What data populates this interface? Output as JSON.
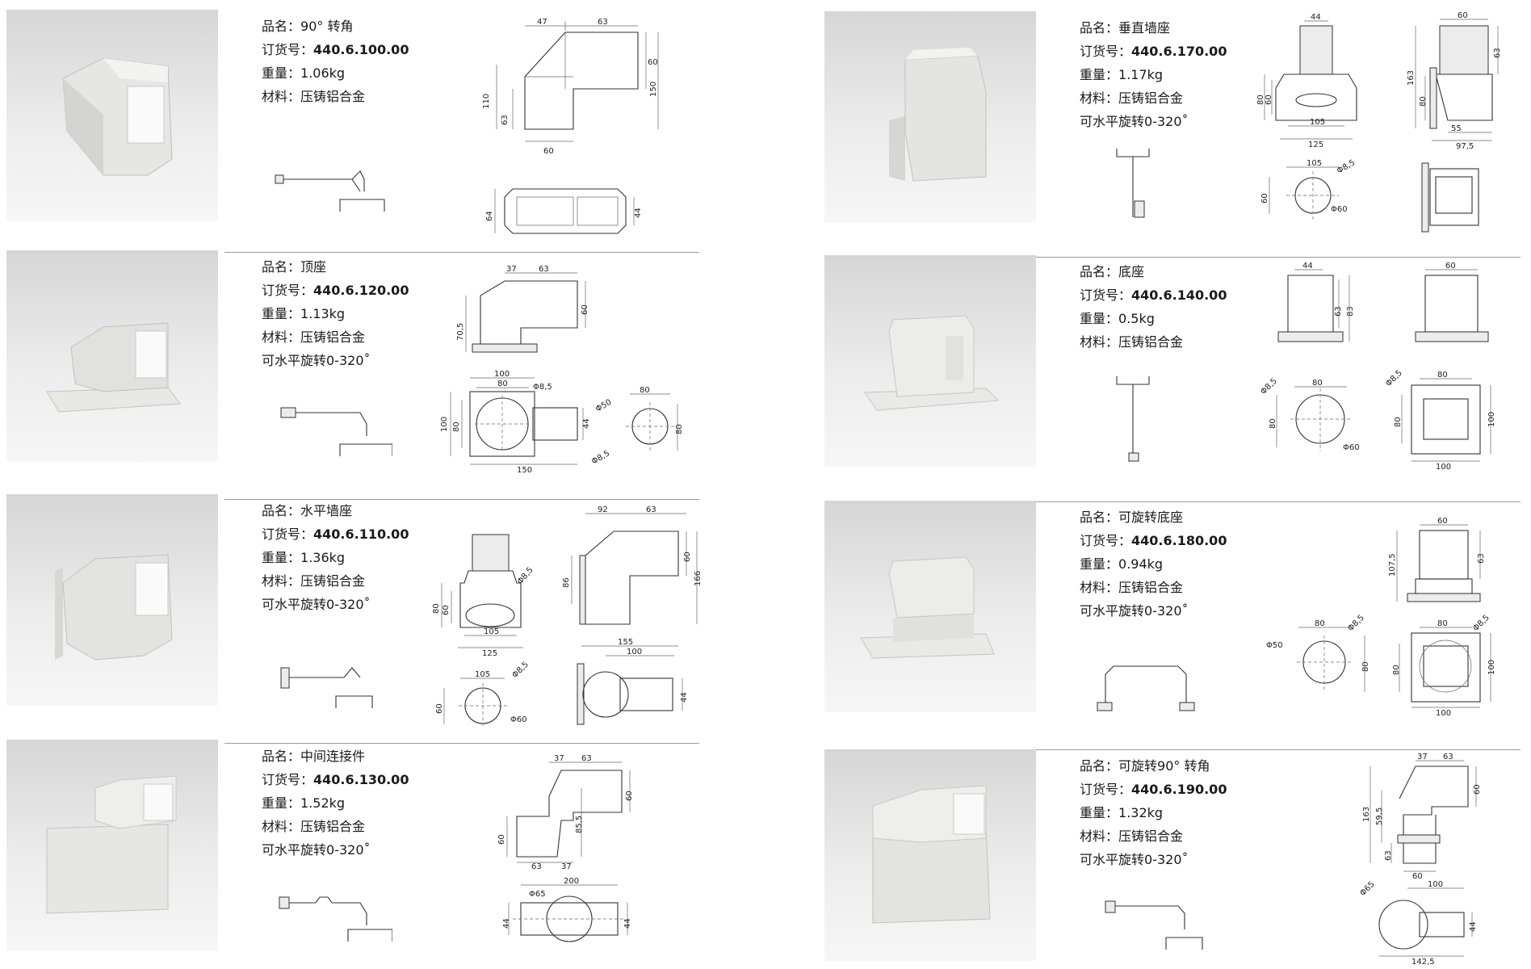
{
  "labels": {
    "name": "品名：",
    "order": "订货号：",
    "weight": "重量：",
    "material": "材料："
  },
  "products": [
    {
      "name": "90° 转角",
      "order_no": "440.6.100.00",
      "weight": "1.06kg",
      "material": "压铸铝合金",
      "rotation": "",
      "dims": [
        "47",
        "63",
        "60",
        "150",
        "110",
        "63",
        "60",
        "64",
        "44"
      ]
    },
    {
      "name": "顶座",
      "order_no": "440.6.120.00",
      "weight": "1.13kg",
      "material": "压铸铝合金",
      "rotation": "可水平旋转0-320˚",
      "dims": [
        "37",
        "63",
        "60",
        "70,5",
        "100",
        "80",
        "Φ8,5",
        "100",
        "80",
        "44",
        "150",
        "80",
        "Φ50",
        "80",
        "Φ8,5"
      ]
    },
    {
      "name": "水平墙座",
      "order_no": "440.6.110.00",
      "weight": "1.36kg",
      "material": "压铸铝合金",
      "rotation": "可水平旋转0-320˚",
      "dims": [
        "Φ8,5",
        "80",
        "60",
        "105",
        "125",
        "92",
        "63",
        "60",
        "86",
        "166",
        "105",
        "Φ8,5",
        "60",
        "Φ60",
        "155",
        "100",
        "44"
      ]
    },
    {
      "name": "中间连接件",
      "order_no": "440.6.130.00",
      "weight": "1.52kg",
      "material": "压铸铝合金",
      "rotation": "可水平旋转0-320˚",
      "dims": [
        "37",
        "63",
        "60",
        "85,5",
        "60",
        "63",
        "37",
        "200",
        "Φ65",
        "44",
        "44"
      ]
    },
    {
      "name": "垂直墙座",
      "order_no": "440.6.170.00",
      "weight": "1.17kg",
      "material": "压铸铝合金",
      "rotation": "可水平旋转0-320˚",
      "dims": [
        "44",
        "80",
        "60",
        "105",
        "125",
        "60",
        "63",
        "163",
        "80",
        "55",
        "97,5",
        "105",
        "Φ8,5",
        "60",
        "Φ60"
      ]
    },
    {
      "name": "底座",
      "order_no": "440.6.140.00",
      "weight": "0.5kg",
      "material": "压铸铝合金",
      "rotation": "",
      "dims": [
        "44",
        "83",
        "63",
        "60",
        "Φ8,5",
        "80",
        "80",
        "Φ60",
        "Φ8,5",
        "80",
        "80",
        "100",
        "100"
      ]
    },
    {
      "name": "可旋转底座",
      "order_no": "440.6.180.00",
      "weight": "0.94kg",
      "material": "压铸铝合金",
      "rotation": "可水平旋转0-320˚",
      "dims": [
        "60",
        "107,5",
        "63",
        "80",
        "Φ8,5",
        "Φ50",
        "80",
        "80",
        "Φ8,5",
        "80",
        "100",
        "100"
      ]
    },
    {
      "name": "可旋转90° 转角",
      "order_no": "440.6.190.00",
      "weight": "1.32kg",
      "material": "压铸铝合金",
      "rotation": "可水平旋转0-320˚",
      "dims": [
        "37",
        "63",
        "163",
        "59,5",
        "60",
        "63",
        "60",
        "Φ65",
        "100",
        "44",
        "142,5"
      ]
    }
  ]
}
